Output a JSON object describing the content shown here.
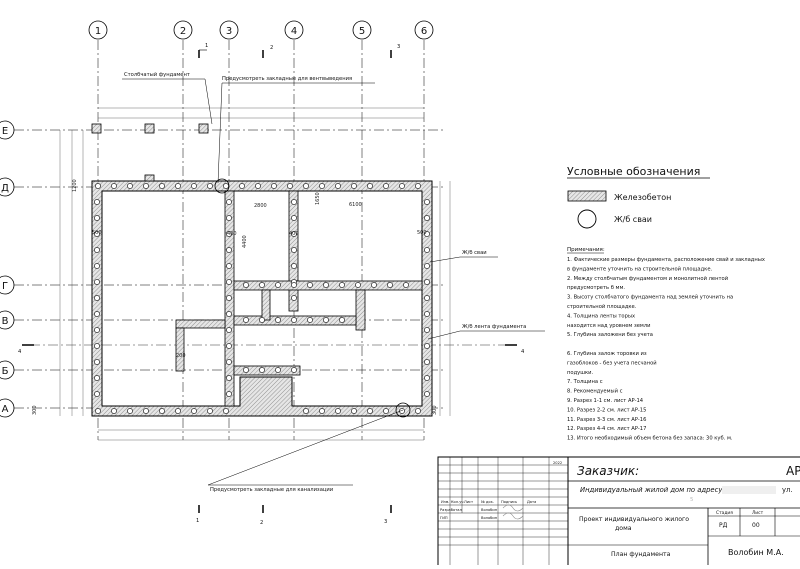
{
  "grid_columns": [
    "1",
    "2",
    "3",
    "4",
    "5",
    "6"
  ],
  "grid_rows": [
    "Е",
    "Д",
    "Г",
    "В",
    "Б",
    "А"
  ],
  "section_marks": [
    "1",
    "2",
    "3",
    "4"
  ],
  "plan_annotations": {
    "columnar_foundation": "Столбчатый фундамент",
    "embedded_ventilation": "Предусмотреть закладные для вентвыведения",
    "embedded_sewage": "Предусмотреть закладные для канализации",
    "rc_piles": "Ж/б сваи",
    "rc_strip": "Ж/б лента фундамента"
  },
  "plan_dimensions": [
    "500",
    "2800",
    "1650",
    "6100",
    "4400",
    "400",
    "500",
    "200",
    "300",
    "1200",
    "300"
  ],
  "legend": {
    "title": "Условные обозначения",
    "items": [
      {
        "label": "Железобетон",
        "symbol": "hatched-rect"
      },
      {
        "label": "Ж/б сваи",
        "symbol": "circle"
      }
    ]
  },
  "notes": {
    "title": "Примечания:",
    "lines": [
      "1. Фактические размеры фундамента, расположение свай и закладных",
      "в фундаменте уточнить на строительной площадке.",
      "2. Между столбчатым фундаментом и монолитной лентой",
      "предусмотреть б                               мм.",
      "3. Высоту столбчатого фундамента над землей уточнить на",
      "строительной площадке.",
      "4. Толщина ленты                                  торых",
      "находится над уровнем земли",
      "5. Глубина заложени                                без учета",
      "",
      "6. Глубина залож                                 торовки из",
      "газоблоков -                                без учета песчаной",
      "подушки.",
      "7. Толщина с",
      "8. Рекомендуемый с",
      "9. Разрез 1-1 см. лист АР-14",
      "10. Разрез 2-2 см. лист АР-15",
      "11. Разрез 3-3 см. лист АР-16",
      "12. Разрез 4-4 см. лист АР-17",
      "13. Итого необходимый объем бетона без запаса: 30 куб. м."
    ]
  },
  "title_block": {
    "customer_label": "Заказчик:",
    "code_fragment": "АР",
    "address_line": "Индивидуальный жилой дом по адресу",
    "address_tail": "ул.",
    "address_number": "5",
    "project_name": "Проект индивидуального жилого дома",
    "sheet_name": "План фундамента",
    "author": "Волобин М.А.",
    "stage_header": "Стадия",
    "sheet_header": "Лист",
    "stage_value": "РД",
    "sheet_value": "00",
    "year": "2022",
    "header_cols": [
      "Изм.",
      "Кол.уч",
      "Лист",
      "№ док.",
      "Подпись",
      "Дата"
    ],
    "roles": [
      "Разработал",
      "ГИП"
    ],
    "role_names": [
      "Волобин",
      "Волобин"
    ]
  }
}
